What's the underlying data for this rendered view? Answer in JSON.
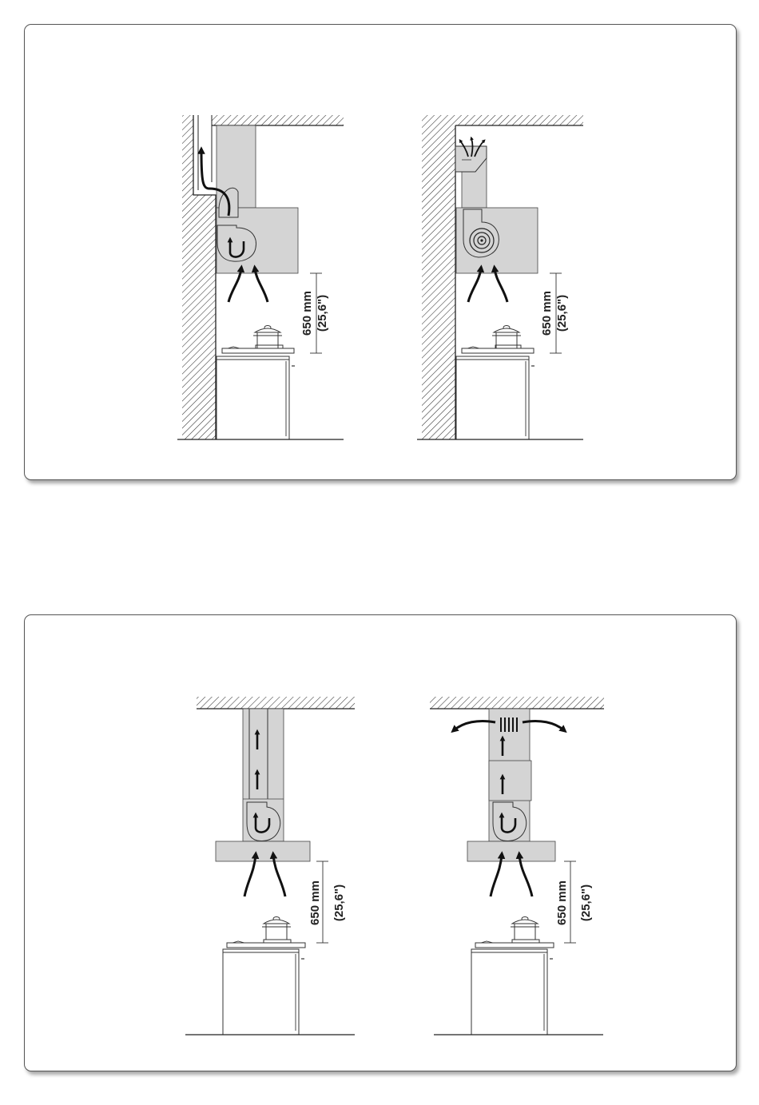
{
  "diagrams": [
    {
      "id": "wall-ducted",
      "mounting": "wall",
      "mode": "ducted",
      "distance_label": "650 mm",
      "distance_imperial": "(25,6\")"
    },
    {
      "id": "wall-recirculating",
      "mounting": "wall",
      "mode": "recirculating",
      "distance_label": "650 mm",
      "distance_imperial": "(25,6\")"
    },
    {
      "id": "island-ducted",
      "mounting": "island",
      "mode": "ducted",
      "distance_label": "650 mm",
      "distance_imperial": "(25,6\")"
    },
    {
      "id": "island-recirculating",
      "mounting": "island",
      "mode": "recirculating",
      "distance_label": "650 mm",
      "distance_imperial": "(25,6\")"
    }
  ],
  "colors": {
    "hood_fill": "#d4d4d4",
    "line": "#222222",
    "panel_border": "#555555",
    "background": "#ffffff"
  }
}
